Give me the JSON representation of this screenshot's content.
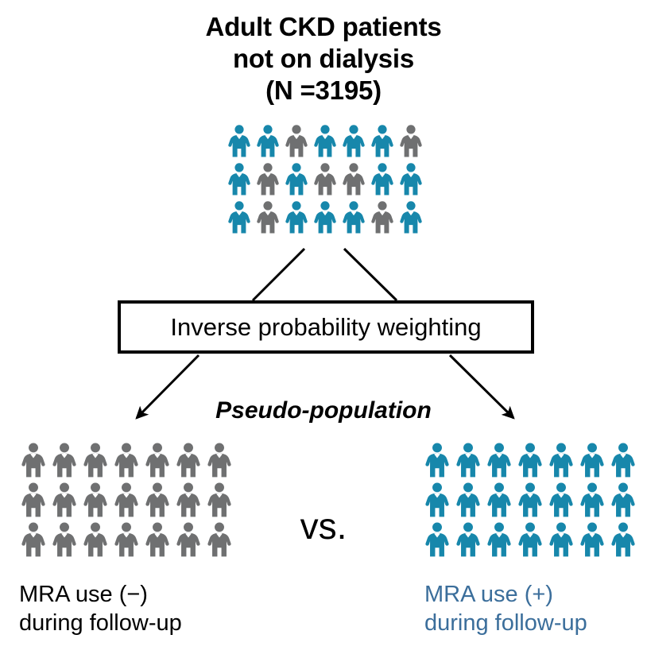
{
  "colors": {
    "person_blue": "#1787AB",
    "person_gray": "#6F7071",
    "caption_blue": "#3B6E9B",
    "ink": "#000000",
    "background": "#FFFFFF"
  },
  "title": {
    "line1": "Adult CKD patients",
    "line2": "not on dialysis",
    "line3": "(N =3195)"
  },
  "cohort": {
    "name": "source-population",
    "rows": 3,
    "columns": 7,
    "total_icons": 21,
    "icon_colors": [
      [
        "blue",
        "blue",
        "gray",
        "blue",
        "blue",
        "blue",
        "gray"
      ],
      [
        "blue",
        "gray",
        "blue",
        "gray",
        "gray",
        "blue",
        "blue"
      ],
      [
        "blue",
        "gray",
        "blue",
        "blue",
        "blue",
        "gray",
        "blue"
      ]
    ]
  },
  "process_box": {
    "label": "Inverse probability weighting"
  },
  "pseudo_population": {
    "label": "Pseudo-population"
  },
  "comparison": {
    "vs_label": "vs."
  },
  "arm_left": {
    "rows": 3,
    "columns": 7,
    "total_icons": 21,
    "icon_colors": [
      [
        "gray",
        "gray",
        "gray",
        "gray",
        "gray",
        "gray",
        "gray"
      ],
      [
        "gray",
        "gray",
        "gray",
        "gray",
        "gray",
        "gray",
        "gray"
      ],
      [
        "gray",
        "gray",
        "gray",
        "gray",
        "gray",
        "gray",
        "gray"
      ]
    ],
    "caption_line1": "MRA use (−)",
    "caption_line2": "during follow-up"
  },
  "arm_right": {
    "rows": 3,
    "columns": 7,
    "total_icons": 21,
    "icon_colors": [
      [
        "blue",
        "blue",
        "blue",
        "blue",
        "blue",
        "blue",
        "blue"
      ],
      [
        "blue",
        "blue",
        "blue",
        "blue",
        "blue",
        "blue",
        "blue"
      ],
      [
        "blue",
        "blue",
        "blue",
        "blue",
        "blue",
        "blue",
        "blue"
      ]
    ],
    "caption_line1": "MRA use (+)",
    "caption_line2": "during follow-up"
  },
  "connectors": {
    "funnel_left": "cohort-to-box-left",
    "funnel_right": "cohort-to-box-right",
    "arrow_left": "box-to-left-arm",
    "arrow_right": "box-to-right-arm"
  }
}
